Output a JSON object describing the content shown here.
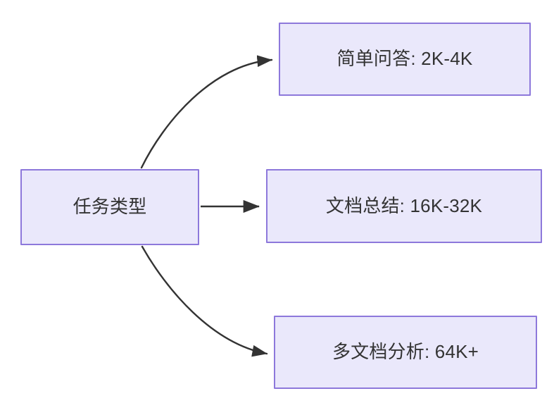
{
  "diagram": {
    "title": "任务类型",
    "background_color": "#ffffff",
    "node_fill": "#eae8fb",
    "node_border": "#8d78db",
    "text_color": "#333333",
    "edge_color": "#333333",
    "nodes": [
      {
        "id": "source",
        "label": "任务类型"
      },
      {
        "id": "simple",
        "label": "简单问答: 2K-4K"
      },
      {
        "id": "doc",
        "label": "文档总结: 16K-32K"
      },
      {
        "id": "multi",
        "label": "多文档分析: 64K+"
      }
    ],
    "edges": [
      {
        "id": "edge-source-simple",
        "from": "source",
        "to": "simple",
        "label": "",
        "style": "curved-arrow"
      },
      {
        "id": "edge-source-doc",
        "from": "source",
        "to": "doc",
        "label": "",
        "style": "straight-arrow"
      },
      {
        "id": "edge-source-multi",
        "from": "source",
        "to": "multi",
        "label": "",
        "style": "curved-arrow"
      }
    ]
  }
}
